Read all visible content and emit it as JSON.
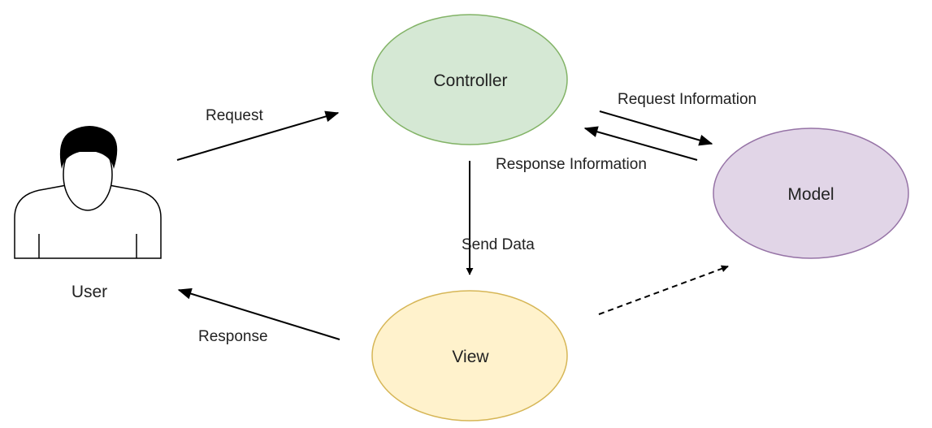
{
  "nodes": {
    "controller": {
      "label": "Controller",
      "fill": "#d5e8d4",
      "stroke": "#82b366"
    },
    "model": {
      "label": "Model",
      "fill": "#e1d5e7",
      "stroke": "#9673a6"
    },
    "view": {
      "label": "View",
      "fill": "#fff2cc",
      "stroke": "#d6b656"
    },
    "user": {
      "label": "User",
      "icon": "user-icon"
    }
  },
  "edges": {
    "request": {
      "label": "Request"
    },
    "response": {
      "label": "Response"
    },
    "send_data": {
      "label": "Send Data"
    },
    "request_information": {
      "label": "Request Information"
    },
    "response_information": {
      "label": "Response Information"
    }
  }
}
